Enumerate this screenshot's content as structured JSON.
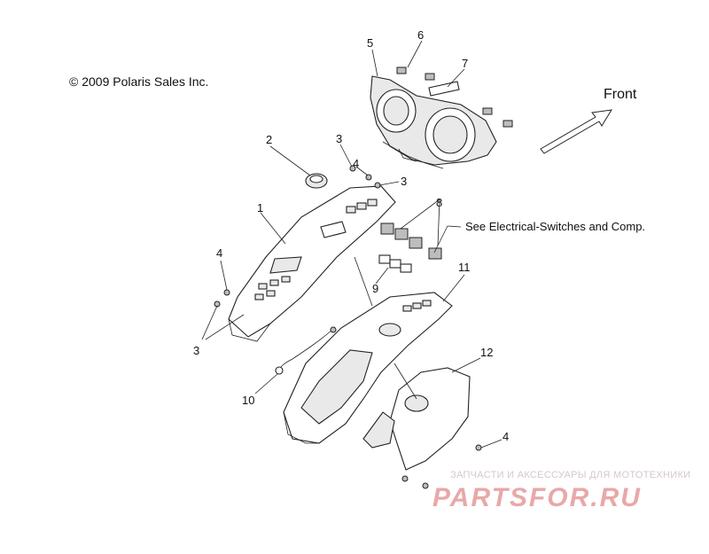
{
  "copyright": "© 2009 Polaris Sales Inc.",
  "front_label": "Front",
  "note": "See Electrical-Switches and Comp.",
  "callouts": {
    "c1": "1",
    "c2": "2",
    "c3a": "3",
    "c3b": "3",
    "c3c": "3",
    "c4a": "4",
    "c4b": "4",
    "c4c": "4",
    "c5": "5",
    "c6": "6",
    "c7": "7",
    "c8": "8",
    "c9": "9",
    "c10": "10",
    "c11": "11",
    "c12": "12"
  },
  "watermark": {
    "tagline": "ЗАПЧАСТИ И АКСЕССУАРЫ ДЛЯ МОТОТЕХНИКИ",
    "brand": "PARTSFOR.RU"
  }
}
